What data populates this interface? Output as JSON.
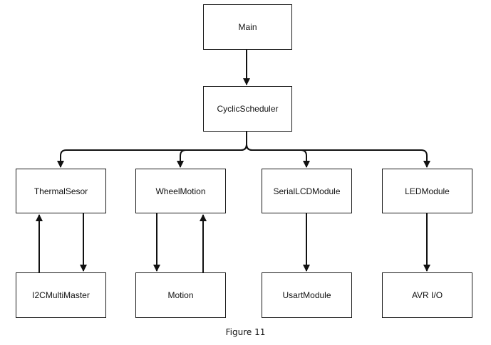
{
  "diagram": {
    "nodes": [
      {
        "id": "main",
        "label": "Main"
      },
      {
        "id": "cyclic",
        "label": "CyclicScheduler"
      },
      {
        "id": "thermal",
        "label": "ThermalSesor"
      },
      {
        "id": "wheel",
        "label": "WheelMotion"
      },
      {
        "id": "seriallcd",
        "label": "SerialLCDModule"
      },
      {
        "id": "led",
        "label": "LEDModule"
      },
      {
        "id": "i2c",
        "label": "I2CMultiMaster"
      },
      {
        "id": "motion",
        "label": "Motion"
      },
      {
        "id": "usart",
        "label": "UsartModule"
      },
      {
        "id": "avrio",
        "label": "AVR I/O"
      }
    ],
    "edges": [
      {
        "from": "main",
        "to": "cyclic"
      },
      {
        "from": "cyclic",
        "to": "thermal"
      },
      {
        "from": "cyclic",
        "to": "wheel"
      },
      {
        "from": "cyclic",
        "to": "seriallcd"
      },
      {
        "from": "cyclic",
        "to": "led"
      },
      {
        "from": "thermal",
        "to": "i2c"
      },
      {
        "from": "i2c",
        "to": "thermal"
      },
      {
        "from": "wheel",
        "to": "motion"
      },
      {
        "from": "motion",
        "to": "wheel"
      },
      {
        "from": "seriallcd",
        "to": "usart"
      },
      {
        "from": "led",
        "to": "avrio"
      }
    ]
  },
  "caption": "Figure 11"
}
